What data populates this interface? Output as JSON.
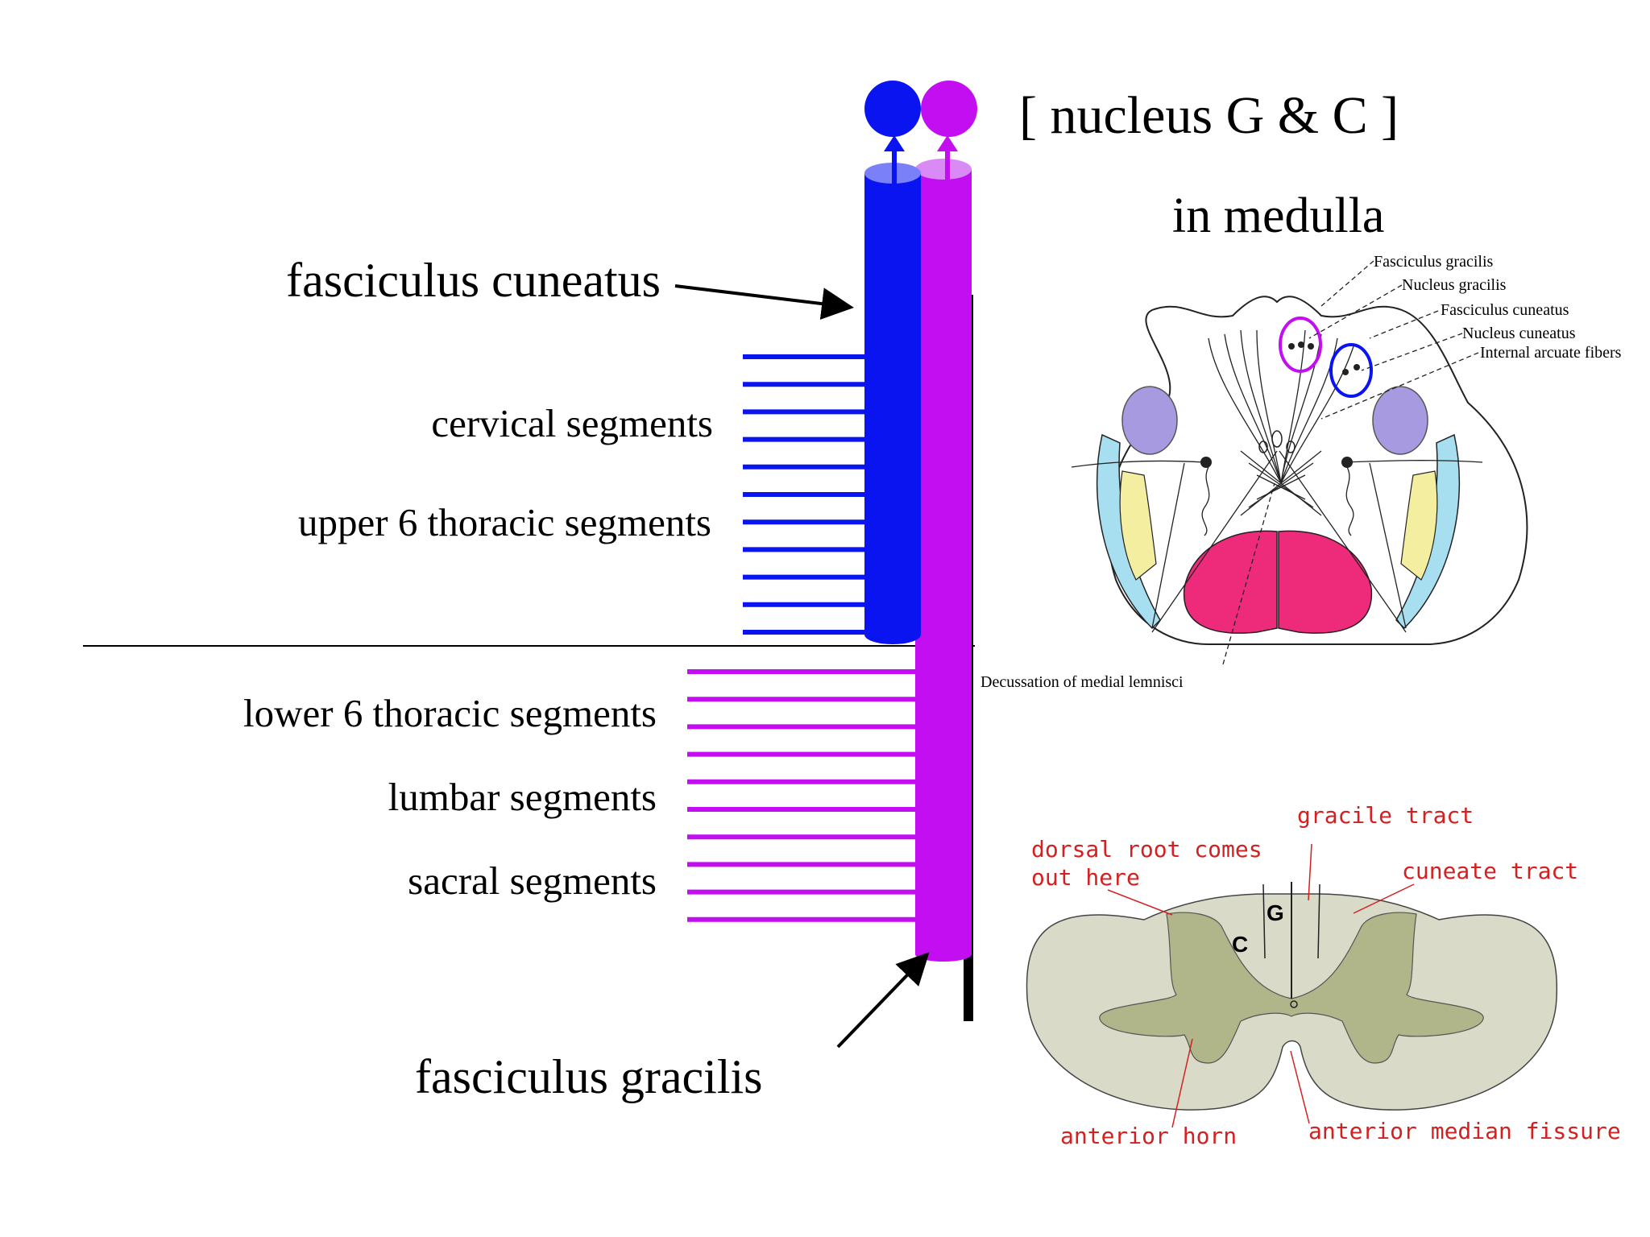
{
  "colors": {
    "cuneatus_blue": "#0a14f0",
    "gracilis_magenta": "#c20ef0",
    "red_label": "#d42020",
    "cord_white_matter": "#d9dbc8",
    "cord_gray_matter": "#b0b58a",
    "pyramid_pink": "#ee2a7b",
    "olive_violet": "#a89ae0",
    "tract_cyan": "#a7dff0",
    "tract_yellow": "#f4eea0"
  },
  "header": {
    "nucleus_title": "[ nucleus G & C ]",
    "medulla_subtitle": "in medulla"
  },
  "left_labels": {
    "fasciculus_cuneatus": "fasciculus cuneatus",
    "cervical": "cervical segments",
    "upper_thoracic": "upper 6 thoracic segments",
    "lower_thoracic": "lower 6 thoracic segments",
    "lumbar": "lumbar segments",
    "sacral": "sacral segments",
    "fasciculus_gracilis": "fasciculus gracilis"
  },
  "medulla_labels": {
    "fasciculus_gracilis": "Fasciculus gracilis",
    "nucleus_gracilis": "Nucleus gracilis",
    "fasciculus_cuneatus": "Fasciculus cuneatus",
    "nucleus_cuneatus": "Nucleus cuneatus",
    "internal_arcuate": "Internal arcuate fibers",
    "decussation": "Decussation of medial lemnisci"
  },
  "cord_labels": {
    "gracile_tract": "gracile tract",
    "dorsal_root_line1": "dorsal root comes",
    "dorsal_root_line2": "out here",
    "cuneate_tract": "cuneate tract",
    "g_letter": "G",
    "c_letter": "C",
    "anterior_horn": "anterior horn",
    "anterior_median_fissure": "anterior median fissure"
  }
}
